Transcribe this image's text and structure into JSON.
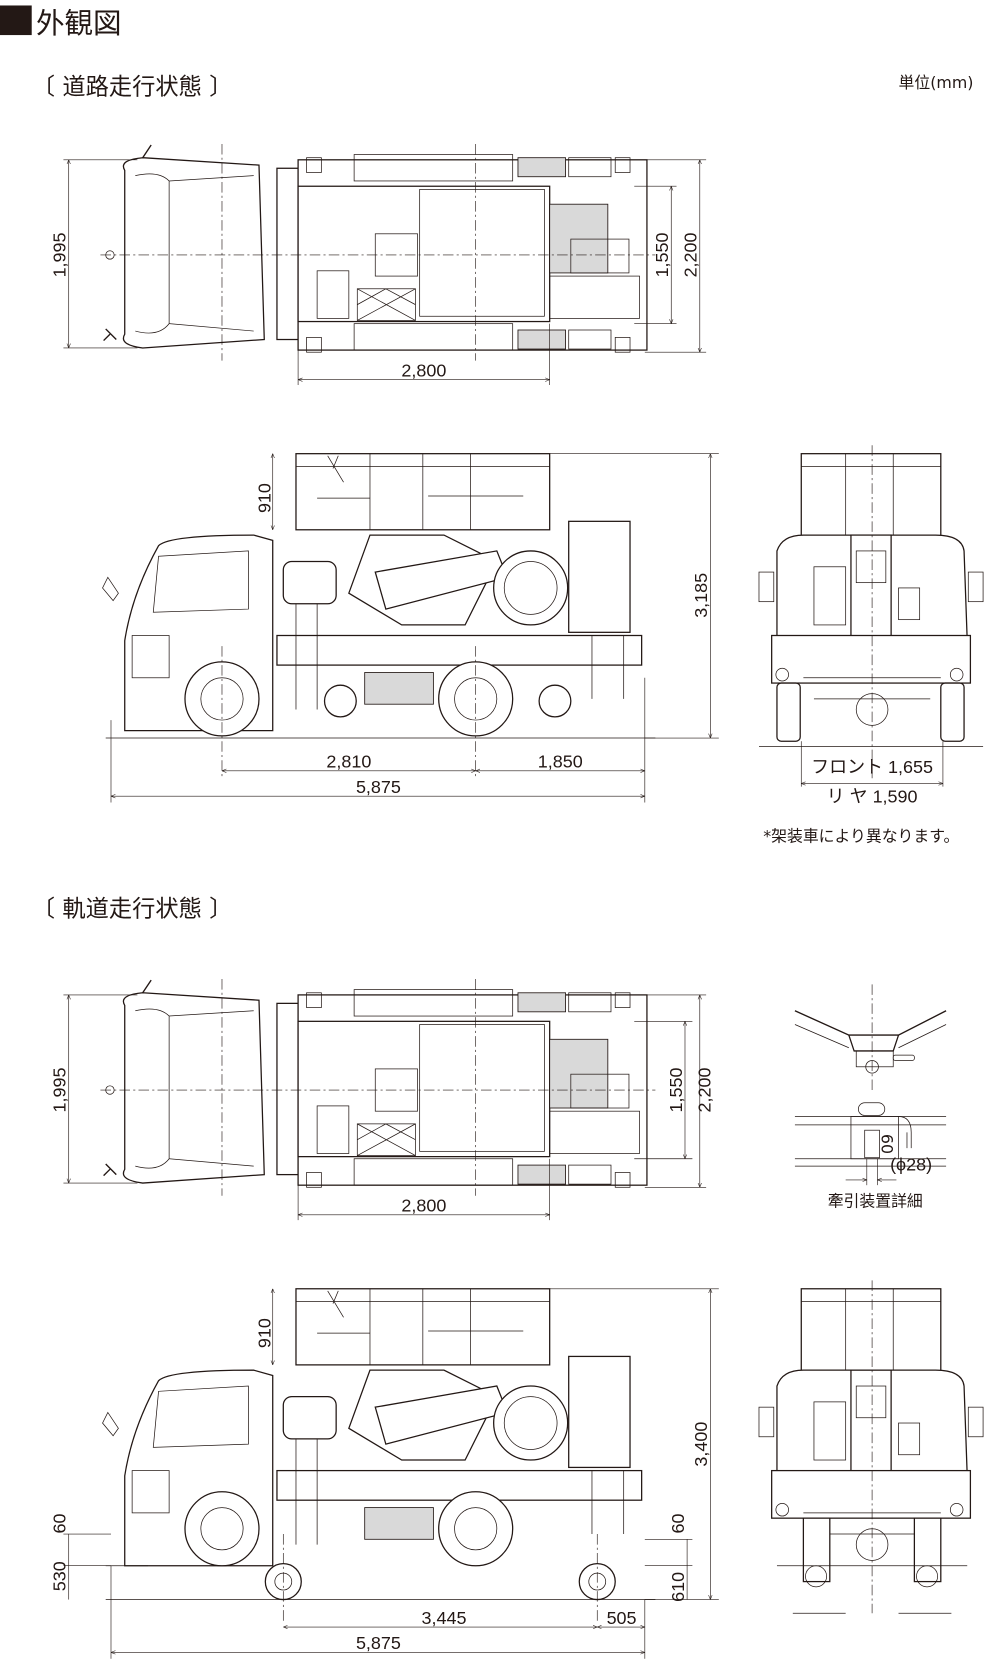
{
  "title": "外観図",
  "unit": "単位(mm)",
  "road": {
    "heading": "〔 道路走行状態 〕",
    "top": {
      "width_total": "1,995",
      "length": "2,800",
      "inner": "1,550",
      "outer": "2,200"
    },
    "side": {
      "basket": "910",
      "height": "3,185",
      "wheelbase": "2,810",
      "rear_overhang": "1,850",
      "length": "5,875"
    },
    "rear": {
      "front_tread": "フロント 1,655",
      "rear_tread": "リ ヤ  1,590",
      "note": "*架装車により異なります。"
    }
  },
  "rail": {
    "heading": "〔 軌道走行状態 〕",
    "top": {
      "width_total": "1,995",
      "length": "2,800",
      "inner": "1,550",
      "outer": "2,200"
    },
    "side": {
      "basket": "910",
      "height": "3,400",
      "front_gap": "60",
      "front_rail": "530",
      "rear_gap": "60",
      "rear_rail": "610",
      "guide_base": "3,445",
      "rear_overhang": "505",
      "length": "5,875"
    },
    "coupler": {
      "size": "60",
      "diameter": "(ϕ28)",
      "caption": "牽引装置詳細"
    }
  }
}
